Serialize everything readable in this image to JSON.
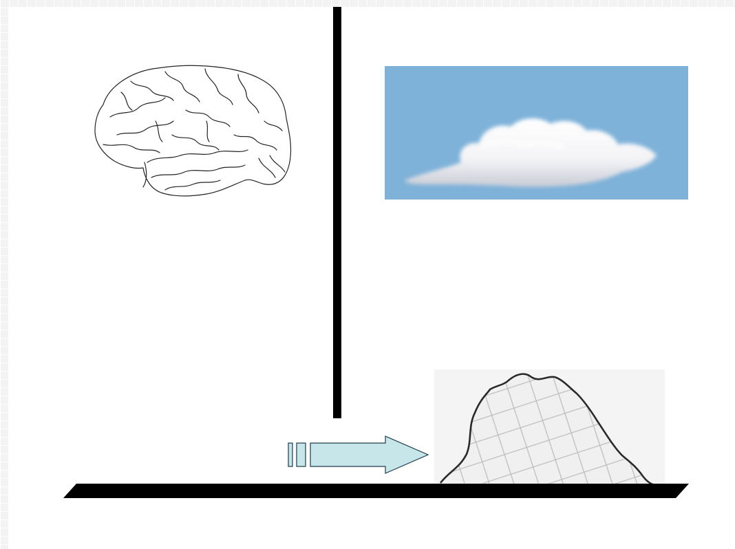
{
  "diagram": {
    "elements": [
      {
        "id": "brain",
        "kind": "line-drawing",
        "icon": "brain-icon"
      },
      {
        "id": "cloud",
        "kind": "photo",
        "icon": "cloud-icon",
        "sky_color": "#7fb2d9"
      },
      {
        "id": "rock",
        "kind": "sketch",
        "icon": "rock-icon"
      },
      {
        "id": "arrow",
        "kind": "block-arrow",
        "icon": "arrow-right-icon",
        "direction": "right",
        "fill": "#c6e6ea"
      },
      {
        "id": "ground",
        "kind": "base-line",
        "color": "#000000"
      },
      {
        "id": "divider",
        "kind": "vertical-divider",
        "color": "#000000"
      }
    ]
  }
}
